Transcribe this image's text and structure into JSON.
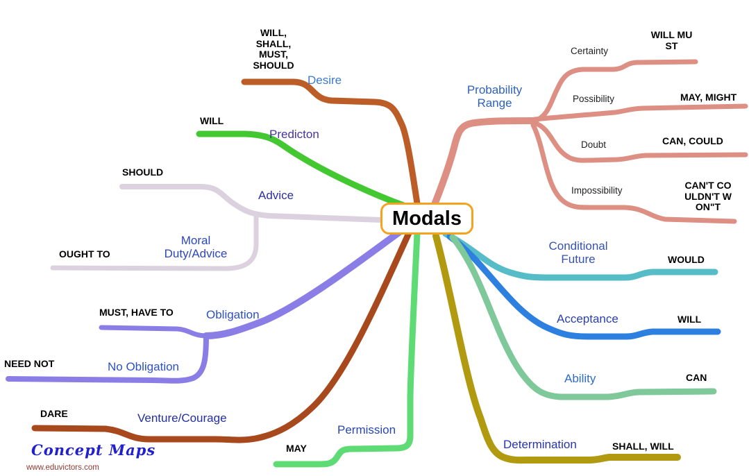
{
  "center": {
    "title": "Modals",
    "border_color": "#f5a21e"
  },
  "branches": [
    {
      "id": "desire",
      "label": "Desire",
      "terminal": "WILL,\nSHALL,\nMUST,\nSHOULD",
      "color": "#bc5c26",
      "label_color": "#3b7ac8"
    },
    {
      "id": "predicton",
      "label": "Predicton",
      "terminal": "WILL",
      "color": "#44c831",
      "label_color": "#4534a2"
    },
    {
      "id": "advice",
      "label": "Advice",
      "terminal": "SHOULD",
      "color": "#dcd2df",
      "label_color": "#2c2f9e"
    },
    {
      "id": "moral-duty",
      "label": "Moral\nDuty/Advice",
      "terminal": "OUGHT TO",
      "color": "#dcd2df",
      "label_color": "#2c46bc"
    },
    {
      "id": "obligation",
      "label": "Obligation",
      "terminal": "MUST, HAVE TO",
      "color": "#8a7ee6",
      "label_color": "#2c50c4"
    },
    {
      "id": "no-obligation",
      "label": "No Obligation",
      "terminal": "NEED NOT",
      "color": "#8a7ee6",
      "label_color": "#2c50c4"
    },
    {
      "id": "venture-courage",
      "label": "Venture/Courage",
      "terminal": "DARE",
      "color": "#a8491d",
      "label_color": "#232f9e"
    },
    {
      "id": "permission",
      "label": "Permission",
      "terminal": "MAY",
      "color": "#5fdb76",
      "label_color": "#2847b0"
    },
    {
      "id": "probability-range",
      "label": "Probability\nRange",
      "terminal": "",
      "color": "#dc8f82",
      "label_color": "#2d62bc",
      "subs": [
        {
          "label": "Certainty",
          "terminal": "WILL MU\nST"
        },
        {
          "label": "Possibility",
          "terminal": "MAY, MIGHT"
        },
        {
          "label": "Doubt",
          "terminal": "CAN, COULD"
        },
        {
          "label": "Impossibility",
          "terminal": "CAN'T CO\nULDN'T W\nON\"T"
        }
      ]
    },
    {
      "id": "conditional-future",
      "label": "Conditional\nFuture",
      "terminal": "WOULD",
      "color": "#56bdc8",
      "label_color": "#3552b2"
    },
    {
      "id": "acceptance",
      "label": "Acceptance",
      "terminal": "WILL",
      "color": "#2e80e0",
      "label_color": "#2a40ac"
    },
    {
      "id": "ability",
      "label": "Ability",
      "terminal": "CAN",
      "color": "#7ec89a",
      "label_color": "#2e6cc8"
    },
    {
      "id": "determination",
      "label": "Determination",
      "terminal": "SHALL, WILL",
      "color": "#b19a10",
      "label_color": "#2636a8"
    }
  ],
  "footer": {
    "brand": "Concept Maps",
    "website": "www.eduvictors.com",
    "brand_color": "#2121cc",
    "website_color": "#8f3a30"
  }
}
